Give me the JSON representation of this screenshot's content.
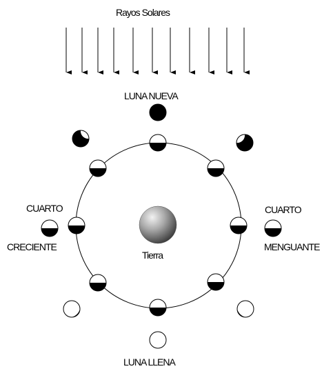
{
  "labels": {
    "rays": "Rayos Solares",
    "new_moon": "LUNA NUEVA",
    "full_moon": "LUNA LLENA",
    "first_quarter_line1": "CUARTO",
    "first_quarter_line2": "CRECIENTE",
    "last_quarter_line1": "CUARTO",
    "last_quarter_line2": "MENGUANTE",
    "earth": "Tierra"
  }
}
